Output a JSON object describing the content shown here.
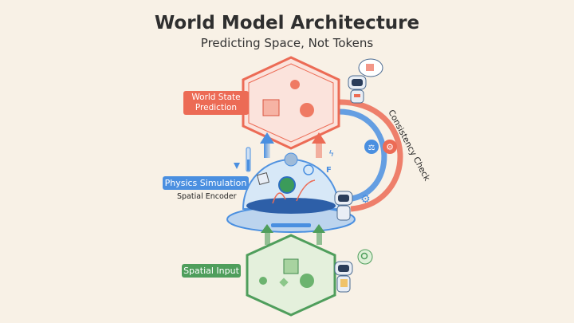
{
  "header": {
    "title": "World Model Architecture",
    "subtitle": "Predicting Space, Not Tokens"
  },
  "stages": {
    "prediction": {
      "label": "World State Prediction",
      "color": "#ec6b55"
    },
    "simulation": {
      "label": "Physics Simulation",
      "sublabel": "Spatial Encoder",
      "color": "#4a8fe0"
    },
    "input": {
      "label": "Spatial Input",
      "color": "#4f9e5c"
    }
  },
  "feedback": {
    "label": "Consistency Check",
    "force_symbol": "F"
  },
  "icons": [
    "robot-icon",
    "scale-icon",
    "gear-icon",
    "globe-icon",
    "magnifier-icon",
    "thermometer-icon",
    "lightning-icon",
    "cube-icon",
    "thought-bubble-icon"
  ]
}
